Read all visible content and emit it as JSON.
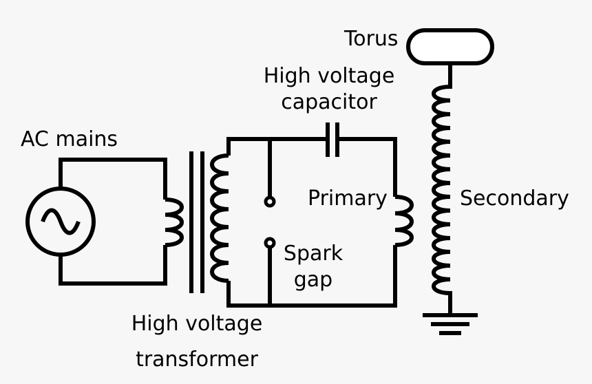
{
  "labels": {
    "ac_mains": "AC mains",
    "transformer_line1": "High voltage",
    "transformer_line2": "transformer",
    "capacitor_line1": "High voltage",
    "capacitor_line2": "capacitor",
    "primary": "Primary",
    "spark_line1": "Spark",
    "spark_line2": "gap",
    "secondary": "Secondary",
    "torus": "Torus"
  },
  "colors": {
    "background": "#f7f7f7",
    "ink": "#000000"
  },
  "icons": [
    "ac-source-icon",
    "transformer-icon",
    "capacitor-icon",
    "spark-gap-icon",
    "primary-coil-icon",
    "secondary-coil-icon",
    "torus-icon",
    "ground-icon"
  ]
}
